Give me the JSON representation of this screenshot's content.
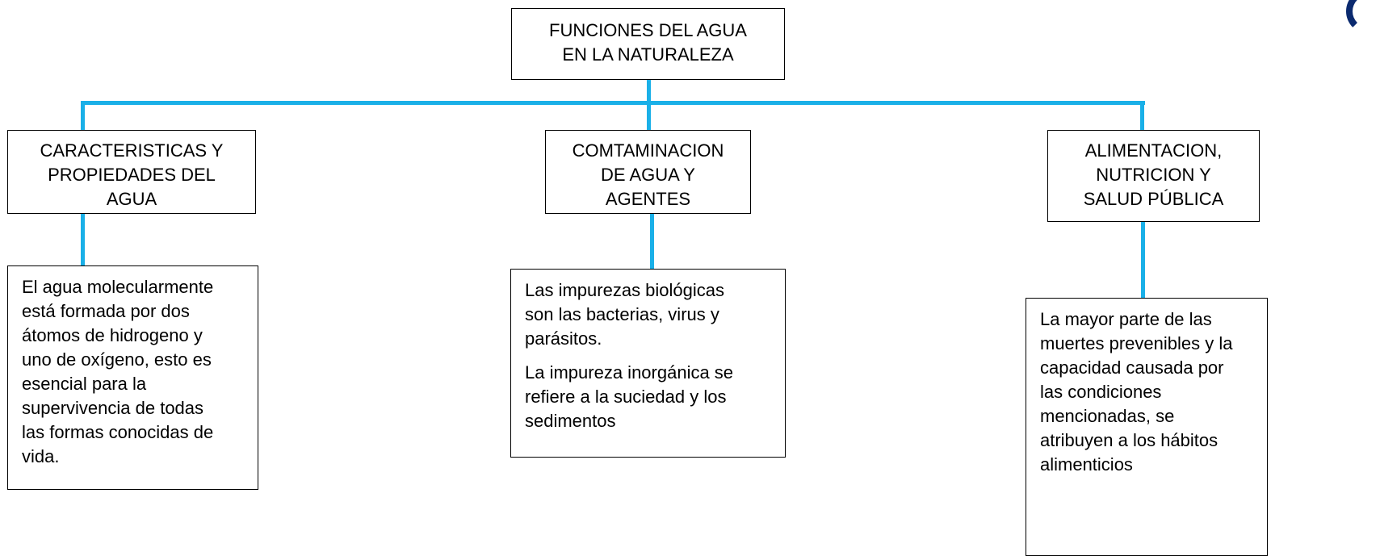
{
  "title": [
    "FUNCIONES DEL AGUA",
    "EN LA NATURALEZA"
  ],
  "categories": [
    {
      "heading": [
        "CARACTERISTICAS Y",
        "PROPIEDADES DEL",
        "AGUA"
      ],
      "description": [
        "El agua molecularmente",
        "está formada por dos",
        "átomos de hidrogeno y",
        "uno de oxígeno, esto es",
        "esencial para la",
        "supervivencia de todas",
        "las formas conocidas de",
        "vida."
      ]
    },
    {
      "heading": [
        "COMTAMINACION",
        "DE AGUA Y",
        "AGENTES"
      ],
      "description_p1": [
        "Las impurezas biológicas",
        "son las bacterias, virus y",
        "parásitos."
      ],
      "description_p2": [
        "La impureza inorgánica se",
        "refiere a la suciedad y los",
        "sedimentos"
      ]
    },
    {
      "heading": [
        "ALIMENTACION,",
        "NUTRICION Y",
        "SALUD PÚBLICA"
      ],
      "description": [
        "La mayor parte de las",
        "muertes prevenibles y la",
        "capacidad causada por",
        "las condiciones",
        "mencionadas, se",
        "atribuyen a los hábitos",
        "alimenticios"
      ]
    }
  ],
  "colors": {
    "connector": "#1ab0e8",
    "border": "#000000",
    "logo": "#0b2a6f"
  }
}
